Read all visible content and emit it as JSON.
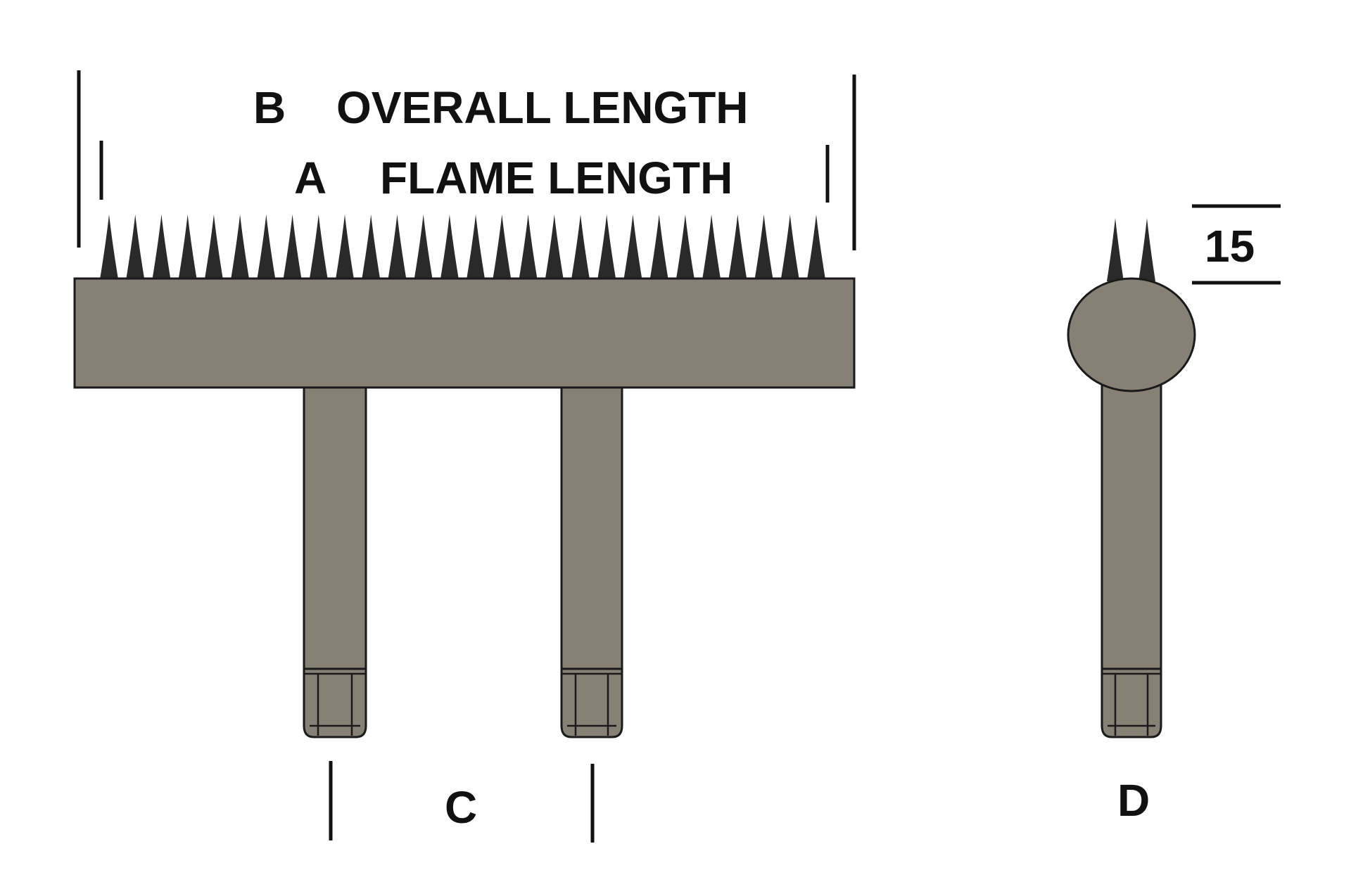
{
  "labels": {
    "overall": {
      "letter": "B",
      "text": "OVERALL LENGTH"
    },
    "flame": {
      "letter": "A",
      "text": "FLAME LENGTH"
    },
    "spacing": {
      "letter": "C"
    },
    "diameter": {
      "letter": "D"
    },
    "height": {
      "value": "15"
    }
  },
  "colors": {
    "metal": "#878075",
    "spikes": "#2a2a2a",
    "lines": "#111111",
    "background": "#ffffff"
  }
}
